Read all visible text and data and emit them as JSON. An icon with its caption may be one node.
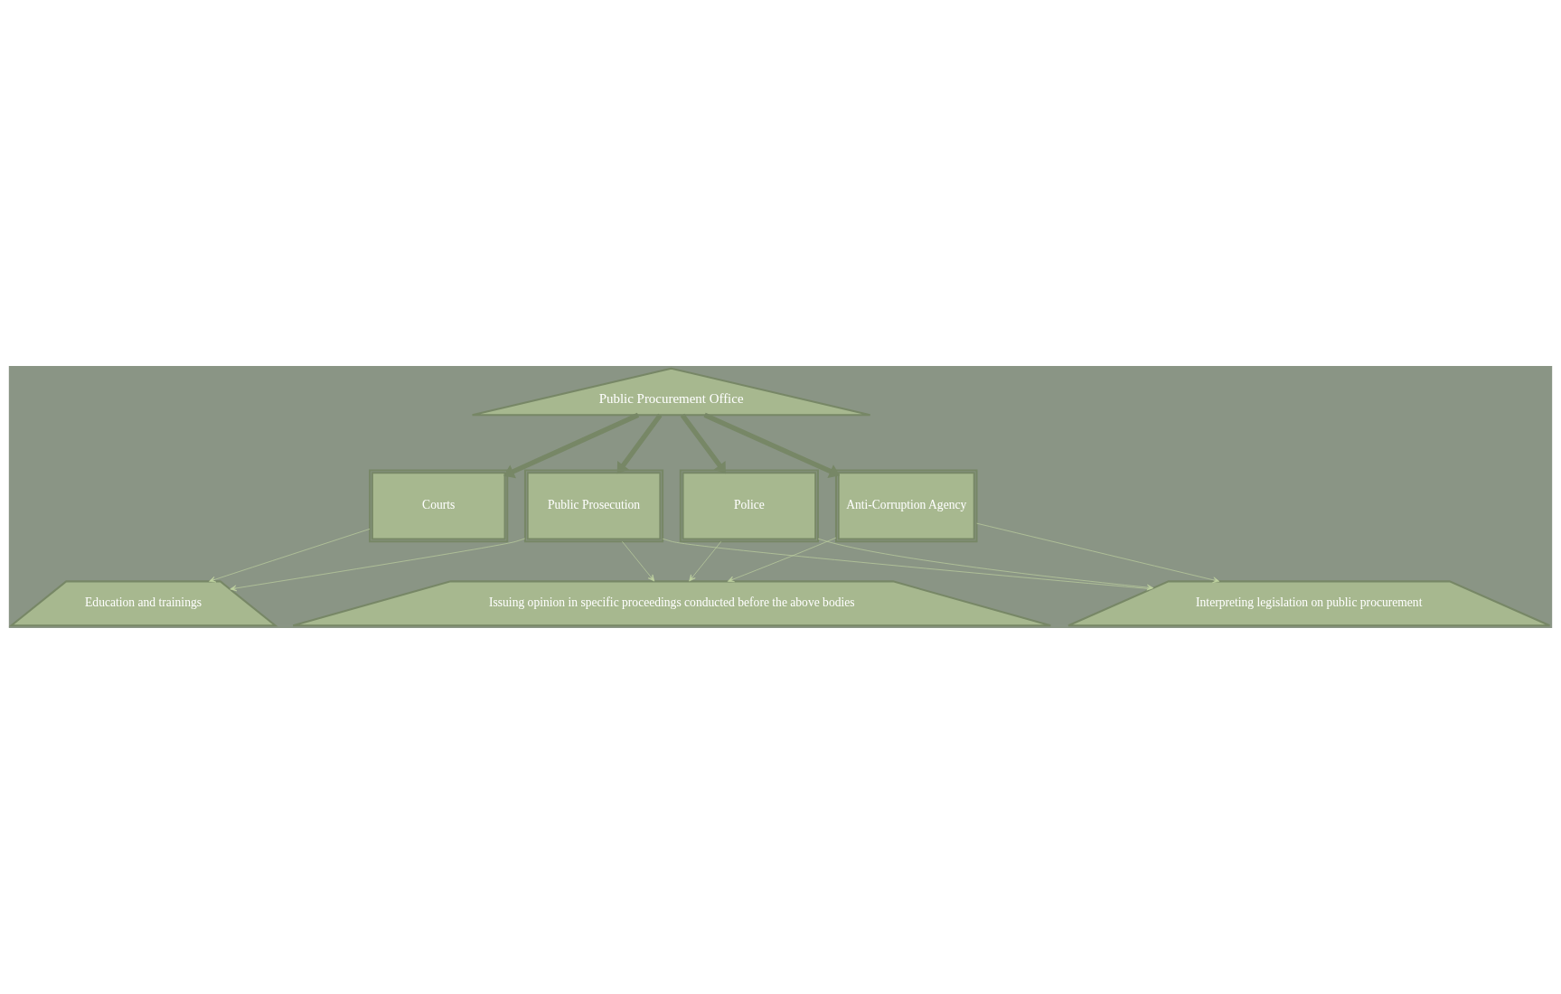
{
  "diagram": {
    "nodes": [
      {
        "text": [
          "Public Procurement Office"
        ]
      },
      {
        "text": [
          "Courts"
        ]
      },
      {
        "text": [
          "Public Prosecution"
        ]
      },
      {
        "text": [
          "Police"
        ]
      },
      {
        "text": [
          "Anti-Corruption Agency"
        ]
      },
      {
        "text": [
          "Education and trainings"
        ]
      },
      {
        "text": [
          "Interpreting legislation on public procurement"
        ]
      },
      {
        "text": [
          "Issuing opinion in specific proceedings conducted before the above bodies"
        ]
      }
    ],
    "edges": [
      {
        "from": 0,
        "to": 1,
        "arrow": "to",
        "style": "thick"
      },
      {
        "from": 0,
        "to": 2,
        "arrow": "to",
        "style": "thick"
      },
      {
        "from": 0,
        "to": 3,
        "arrow": "to",
        "style": "thick"
      },
      {
        "from": 0,
        "to": 4,
        "arrow": "to",
        "style": "thick"
      },
      {
        "from": 1,
        "to": 5,
        "arrow": "to"
      },
      {
        "from": 2,
        "to": 5,
        "arrow": "to"
      },
      {
        "from": 2,
        "to": 7,
        "arrow": "to"
      },
      {
        "from": 2,
        "to": 6,
        "arrow": "none"
      },
      {
        "from": 3,
        "to": 7,
        "arrow": "to"
      },
      {
        "from": 3,
        "to": 6,
        "arrow": "to"
      },
      {
        "from": 4,
        "to": 7,
        "arrow": "to"
      },
      {
        "from": 4,
        "to": 6,
        "arrow": "to"
      }
    ]
  }
}
